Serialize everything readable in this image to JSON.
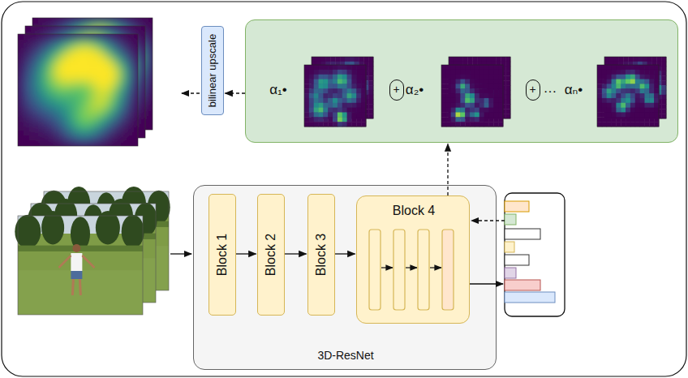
{
  "diagram": {
    "nodes": [
      {
        "text": [
          "bilinear upscale"
        ]
      },
      {
        "text": [
          "α₁•",
          "α₂•",
          "…",
          "αₙ•"
        ]
      },
      {
        "text": [
          "+"
        ],
        "in": 1
      },
      {
        "text": [
          "+"
        ],
        "in": 1
      },
      {
        "text": [
          "3D-ResNet"
        ]
      },
      {
        "text": [
          "Block 1"
        ],
        "in": 4
      },
      {
        "text": [
          "Block 2"
        ],
        "in": 4
      },
      {
        "text": [
          "Block 3"
        ],
        "in": 4
      },
      {
        "text": [
          "Block 4"
        ],
        "in": 4
      }
    ],
    "edges": [
      {
        "from": 5,
        "to": 6,
        "arrow": "to"
      },
      {
        "from": 6,
        "to": 7,
        "arrow": "to"
      },
      {
        "from": 7,
        "to": 8,
        "arrow": "to"
      },
      {
        "from": 8,
        "to": 1,
        "arrow": "to"
      },
      {
        "from": 1,
        "to": 0,
        "arrow": "to"
      }
    ]
  }
}
